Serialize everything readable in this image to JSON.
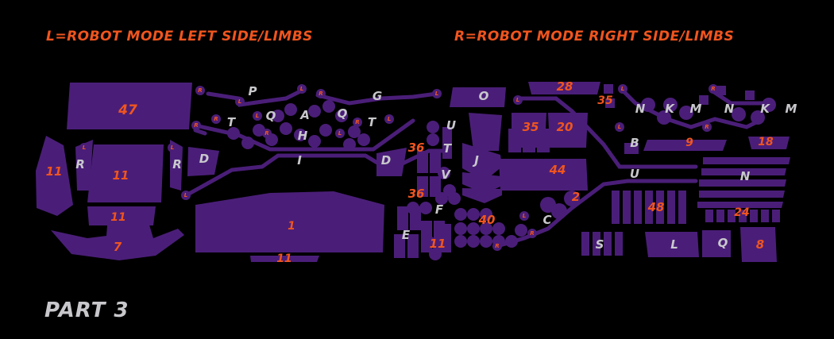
{
  "colors": {
    "background": "#000000",
    "sheet": "#4a1e78",
    "sheet_dark": "#2d1250",
    "orange": "#f0551e",
    "silver": "#c8c8cc"
  },
  "header": {
    "left": "L=ROBOT MODE LEFT SIDE/LIMBS",
    "right": "R=ROBOT MODE RIGHT SIDE/LIMBS"
  },
  "footer": {
    "part": "PART 3"
  },
  "sprue_tags": [
    "L",
    "R"
  ],
  "labels": {
    "orange": [
      "47",
      "11",
      "11",
      "11",
      "7",
      "1",
      "11",
      "36",
      "36",
      "11",
      "40",
      "28",
      "35",
      "35",
      "20",
      "44",
      "2",
      "9",
      "18",
      "48",
      "24",
      "8"
    ],
    "silver": [
      "R",
      "D",
      "R",
      "P",
      "T",
      "Q",
      "A",
      "H",
      "Q",
      "T",
      "G",
      "I",
      "D",
      "U",
      "T",
      "V",
      "F",
      "J",
      "E",
      "O",
      "C",
      "N",
      "K",
      "M",
      "N",
      "K",
      "M",
      "B",
      "U",
      "N",
      "S",
      "L",
      "Q"
    ]
  }
}
